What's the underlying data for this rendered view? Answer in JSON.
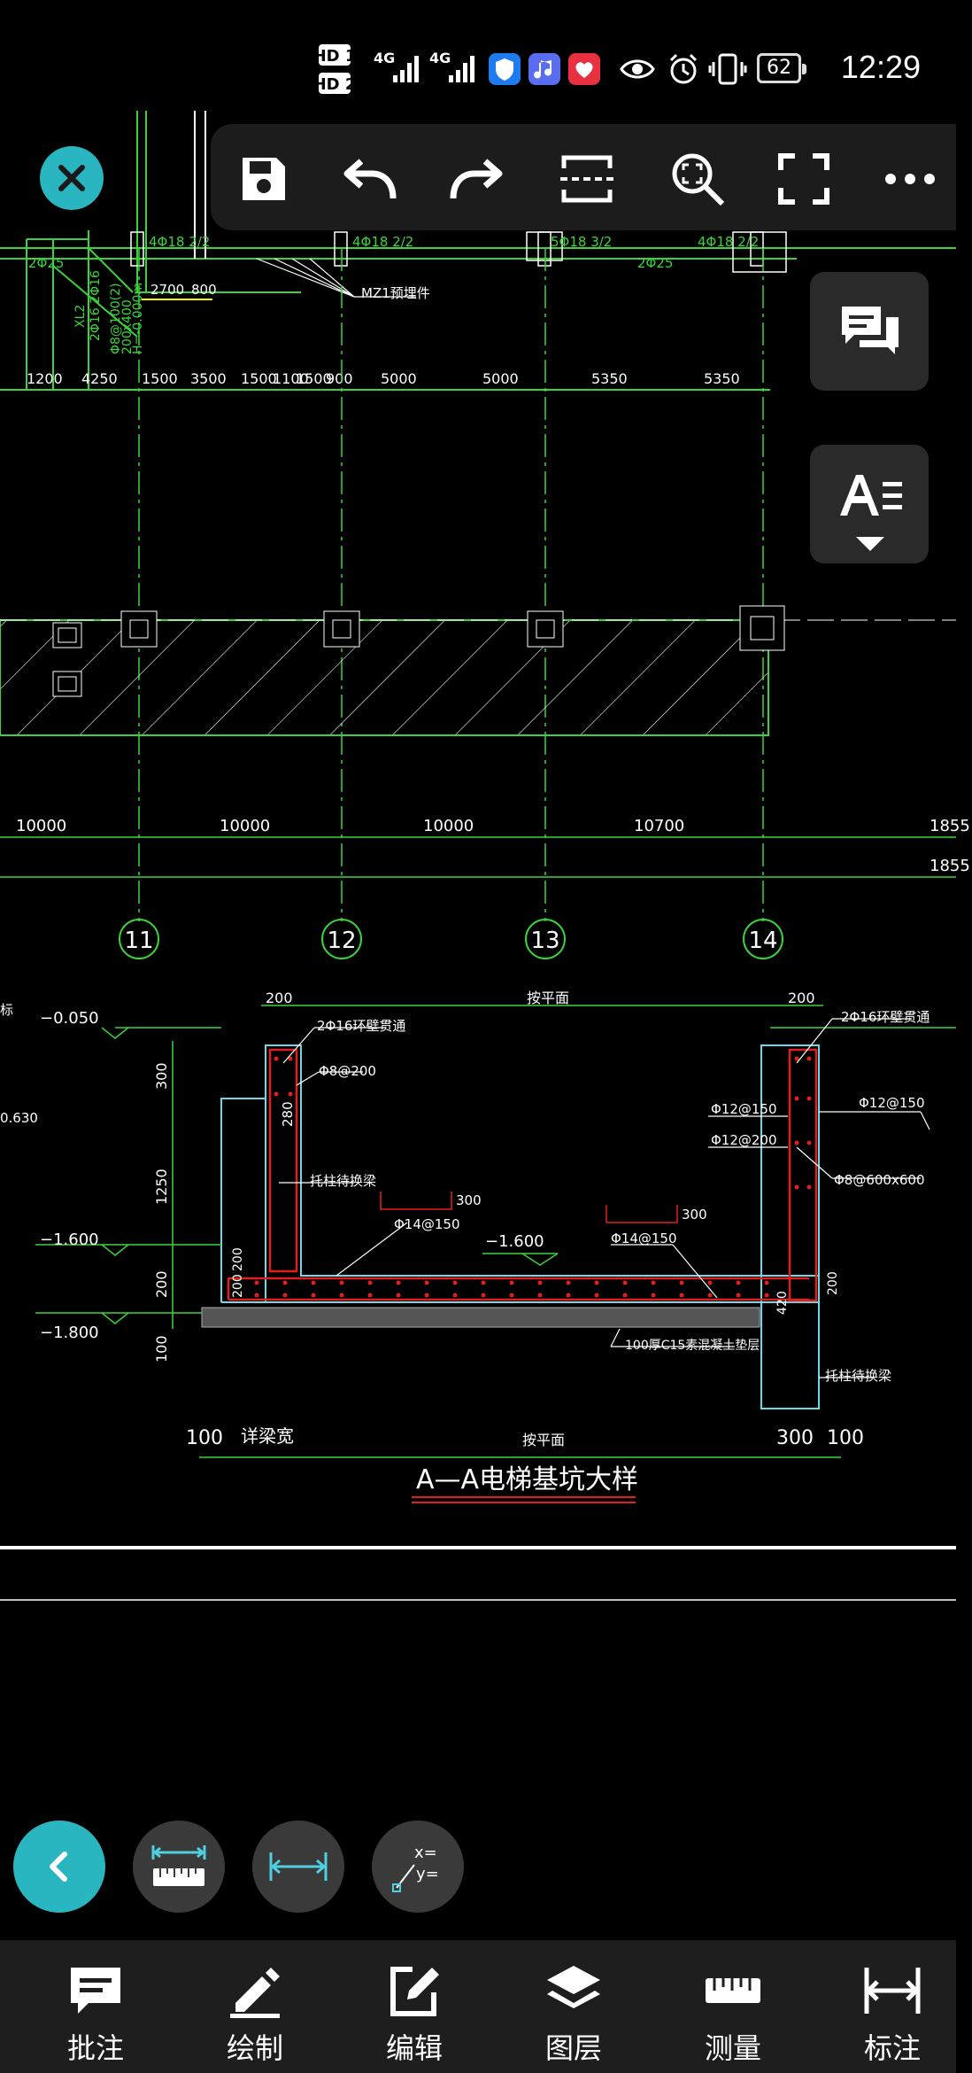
{
  "status_bar": {
    "hd1": "HD 1",
    "hd2": "HD 2",
    "net1": "4G",
    "net2": "4G",
    "battery": "62",
    "time": "12:29"
  },
  "toolbar": {
    "icons": [
      "close-icon",
      "save-icon",
      "undo-icon",
      "redo-icon",
      "section-icon",
      "zoom-extents-icon",
      "fullscreen-icon",
      "more-icon"
    ]
  },
  "drawing": {
    "top_dims": [
      "1200",
      "4250",
      "1500",
      "3500",
      "1500",
      "1100",
      "1500",
      "900",
      "5000",
      "5000",
      "5350",
      "5350"
    ],
    "small_dims": [
      "2700",
      "800"
    ],
    "top_rebar": [
      "4Φ18 2/2",
      "4Φ18 2/2",
      "5Φ18 3/2",
      "4Φ18 2/2"
    ],
    "top_rebar_sub": [
      "2Φ25",
      "2Φ25"
    ],
    "mz_label": "MZ1预埋件",
    "grid_dims": [
      "10000",
      "10000",
      "10000",
      "10700",
      "1855",
      "1855"
    ],
    "axes": [
      "11",
      "12",
      "13",
      "14"
    ],
    "section": {
      "title": "A—A电梯基坑大样",
      "elev_top": "−0.050",
      "elev_mid": "−1.600",
      "elev_mid2": "−1.600",
      "elev_bot": "−1.800",
      "elev_side": "0.630",
      "wall_label_left": "200",
      "wall_label_right": "200",
      "top_span": "按平面",
      "bot_span": "按平面",
      "bot_left_dim": "100",
      "bot_left_text": "详梁宽",
      "bot_right_dim1": "300",
      "bot_right_dim2": "100",
      "v_dims": [
        "300",
        "1250",
        "200",
        "100"
      ],
      "rebar_left_top": "2Φ16环壁贯通",
      "rebar_right_top": "2Φ16环壁贯通",
      "stirrup": "Φ8@200",
      "dim_280": "280",
      "tie_beam_left": "托柱待换梁",
      "tie_beam_right": "托柱待换梁",
      "slab_rebar1": "Φ14@150",
      "slab_rebar2": "Φ14@150",
      "dim_300a": "300",
      "dim_300b": "300",
      "wall_rebar_r1": "Φ12@150",
      "wall_rebar_r2": "Φ12@200",
      "wall_rebar_r3": "Φ12@150",
      "tie_r": "Φ8@600x600",
      "dim_200_l1": "200",
      "dim_200_l2": "200",
      "dim_200_r": "200",
      "dim_420": "420",
      "cushion": "100厚C15素混凝土垫层",
      "left_frag": "标"
    }
  },
  "measure_tools": [
    "back-icon",
    "measure-length-icon",
    "linear-dimension-icon",
    "coordinate-icon"
  ],
  "bottom_nav": [
    {
      "label": "批注",
      "icon": "annotate-icon"
    },
    {
      "label": "绘制",
      "icon": "draw-icon"
    },
    {
      "label": "编辑",
      "icon": "edit-icon"
    },
    {
      "label": "图层",
      "icon": "layers-icon"
    },
    {
      "label": "测量",
      "icon": "measure-icon"
    },
    {
      "label": "标注",
      "icon": "dimension-icon"
    }
  ],
  "colors": {
    "accent": "#2ab6c0",
    "cad_green": "#3ad43a",
    "cad_red": "#e02020",
    "cad_cyan": "#6fd8e8",
    "cad_white": "#ffffff"
  }
}
